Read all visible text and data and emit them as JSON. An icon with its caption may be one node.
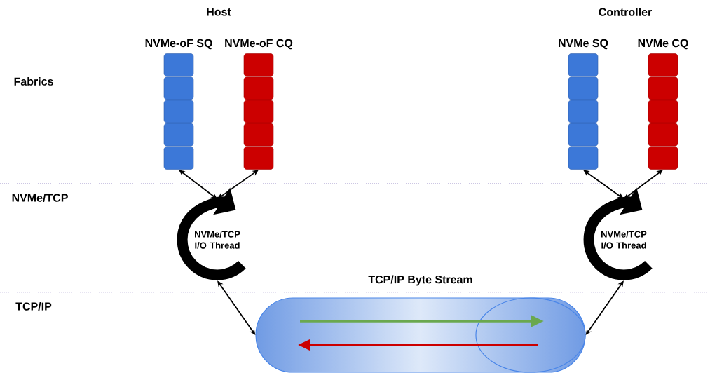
{
  "diagram": {
    "nodes": [
      {
        "text": [
          "NVMe-oF SQ"
        ]
      },
      {
        "text": [
          "NVMe-oF CQ"
        ]
      },
      {
        "text": [
          "NVMe SQ"
        ]
      },
      {
        "text": [
          "NVMe CQ"
        ]
      },
      {
        "text": [
          "NVMe/TCP I/O Thread"
        ]
      },
      {
        "text": [
          "NVMe/TCP I/O Thread"
        ]
      },
      {
        "text": [
          "TCP/IP Byte Stream"
        ]
      }
    ],
    "edges": [
      {
        "from": 0,
        "to": 4,
        "arrow": "both"
      },
      {
        "from": 1,
        "to": 4,
        "arrow": "both"
      },
      {
        "from": 2,
        "to": 5,
        "arrow": "both"
      },
      {
        "from": 3,
        "to": 5,
        "arrow": "both"
      },
      {
        "from": 4,
        "to": 6,
        "arrow": "both"
      },
      {
        "from": 5,
        "to": 6,
        "arrow": "both"
      }
    ],
    "labels": [
      "Host",
      "Controller",
      "Fabrics",
      "NVMe/TCP",
      "TCP/IP"
    ]
  }
}
